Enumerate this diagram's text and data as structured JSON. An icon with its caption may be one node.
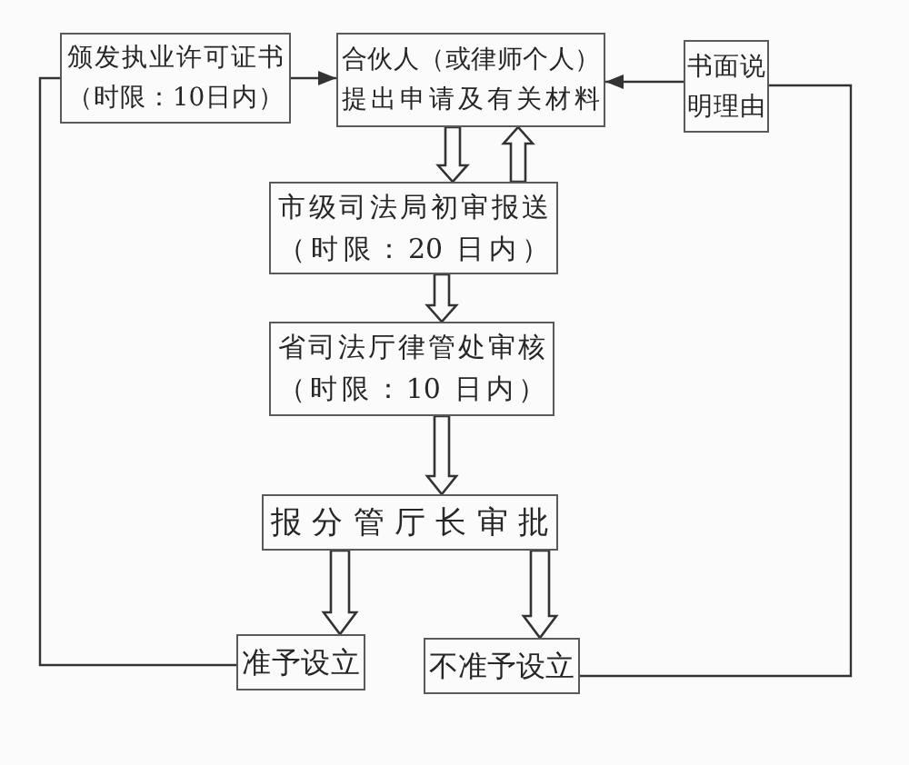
{
  "diagram": {
    "nodes": [
      {
        "text": [
          "颁发执业许可证书",
          "（时限：10日内）"
        ]
      },
      {
        "text": [
          "合伙人（或律师个人）提出申请及有关材料"
        ]
      },
      {
        "text": [
          "书面说明理由"
        ]
      },
      {
        "text": [
          "市级司法局初审报送",
          "（时限：20 日内）"
        ]
      },
      {
        "text": [
          "省司法厅律管处审核",
          "（时限：10 日内）"
        ]
      },
      {
        "text": [
          "报分管厅长审批"
        ]
      },
      {
        "text": [
          "准予设立"
        ]
      },
      {
        "text": [
          "不准予设立"
        ]
      }
    ],
    "edges": [
      {
        "from": 0,
        "to": 1,
        "arrow": "to"
      },
      {
        "from": 1,
        "to": 3,
        "arrow": "to",
        "style": "thick"
      },
      {
        "from": 3,
        "to": 1,
        "arrow": "to",
        "style": "thick"
      },
      {
        "from": 3,
        "to": 4,
        "arrow": "to",
        "style": "thick"
      },
      {
        "from": 4,
        "to": 5,
        "arrow": "to",
        "style": "thick"
      },
      {
        "from": 5,
        "to": 6,
        "arrow": "to",
        "style": "thick"
      },
      {
        "from": 5,
        "to": 7,
        "arrow": "to",
        "style": "thick"
      },
      {
        "from": 6,
        "to": 0,
        "arrow": "none"
      },
      {
        "from": 7,
        "to": 2,
        "arrow": "none"
      },
      {
        "from": 2,
        "to": 1,
        "arrow": "to"
      }
    ]
  }
}
